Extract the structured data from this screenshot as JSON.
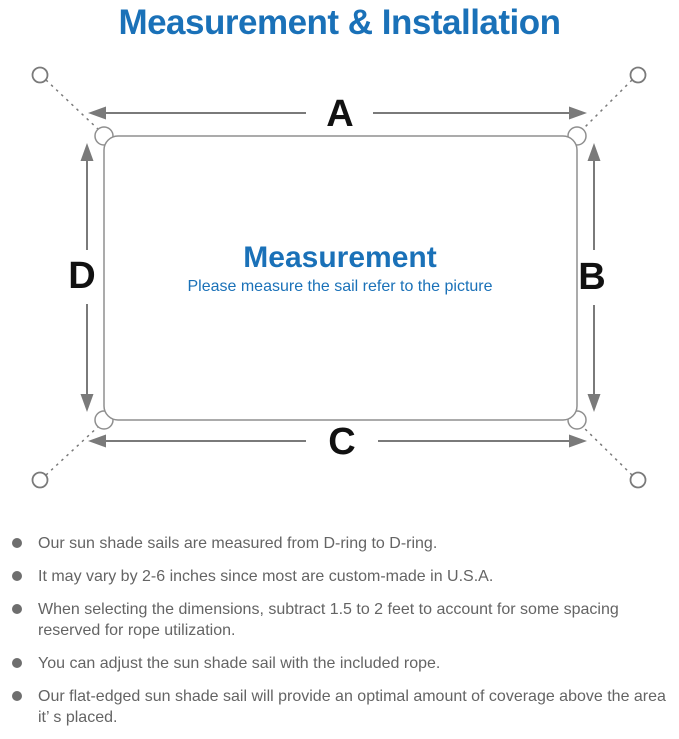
{
  "page": {
    "title": "Measurement & Installation"
  },
  "diagram": {
    "labels": {
      "top": "A",
      "right": "B",
      "bottom": "C",
      "left": "D"
    },
    "center": {
      "title": "Measurement",
      "subtitle": "Please measure the sail refer to the picture"
    },
    "colors": {
      "accent_blue": "#1a71b8",
      "arrow_gray": "#7a7a7a",
      "outline_gray": "#8f8f8f",
      "label_black": "#111111",
      "note_gray": "#646464"
    }
  },
  "notes": {
    "items": [
      "Our sun shade sails are measured from D-ring to D-ring.",
      "It may vary by 2-6 inches since most are custom-made in U.S.A.",
      "When selecting the dimensions, subtract 1.5 to 2 feet to account for some spacing reserved for rope utilization.",
      "You can adjust the sun shade sail with the included rope.",
      "Our flat-edged sun shade sail will provide an optimal amount of coverage above the area it’ s placed."
    ]
  }
}
